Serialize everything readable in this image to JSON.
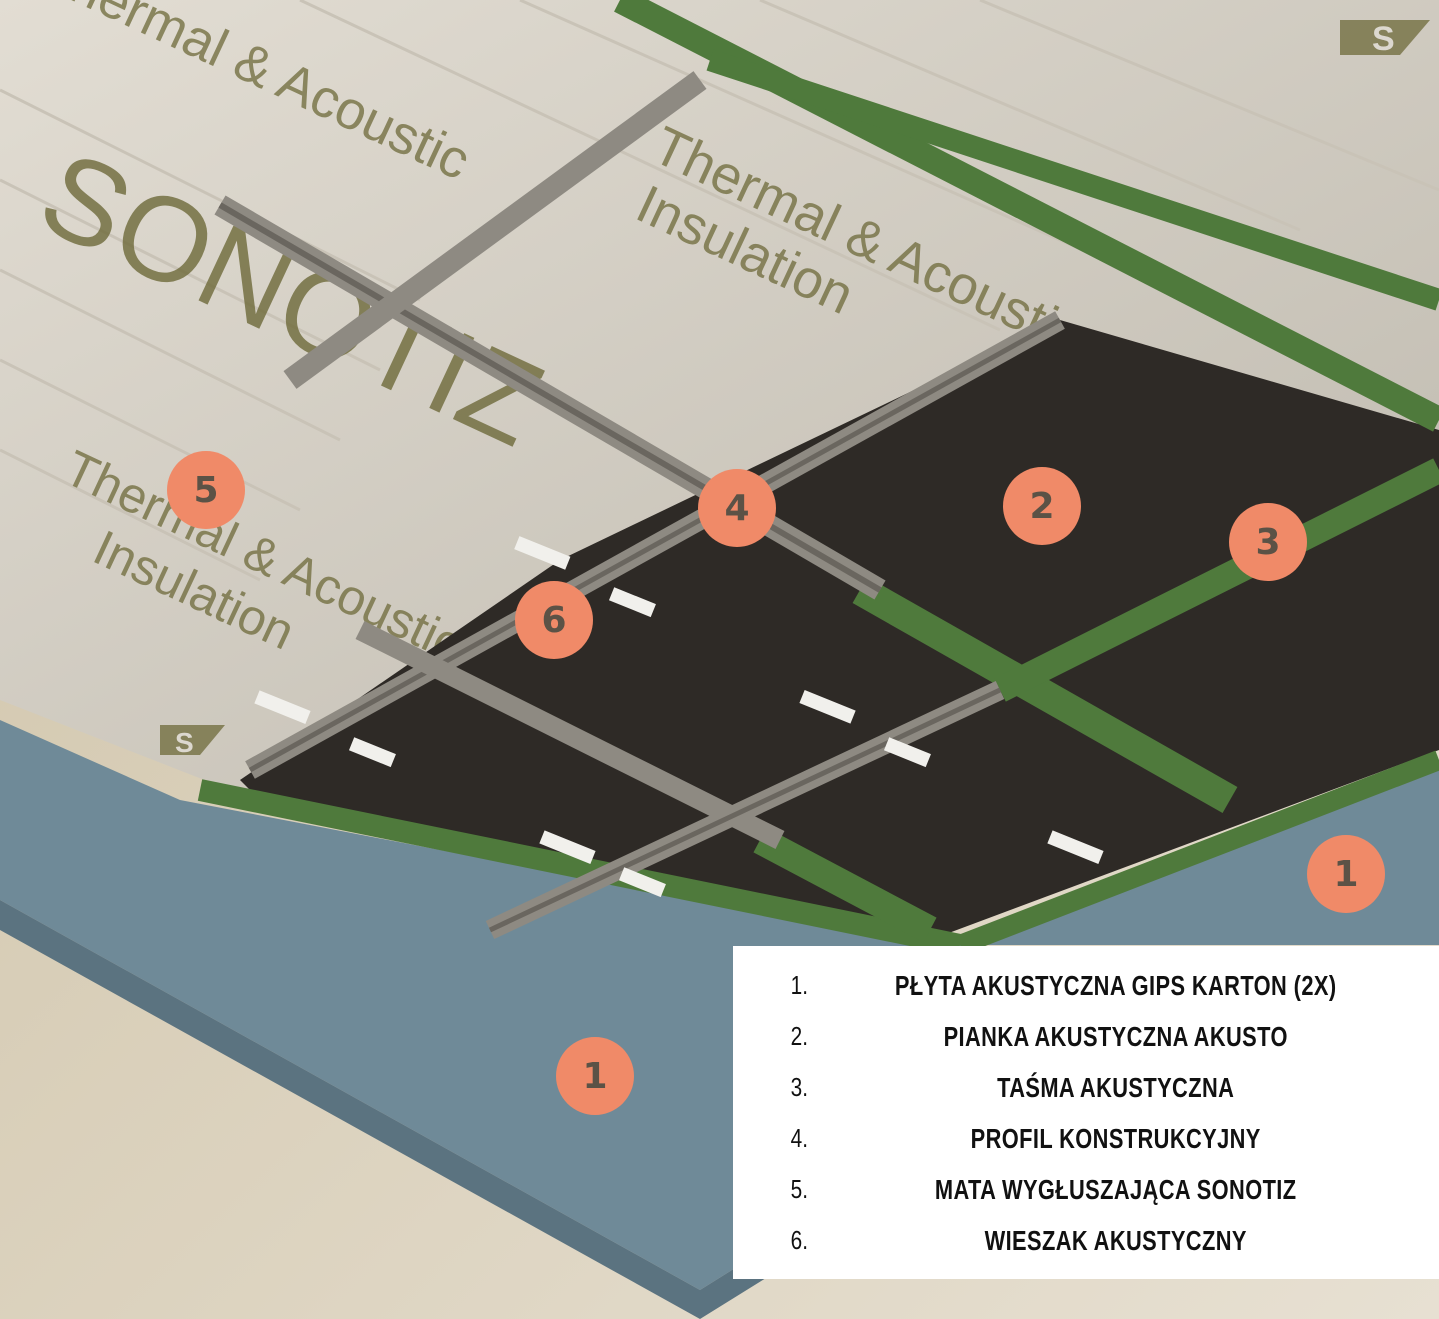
{
  "mat_text": {
    "brand": "SONOTIZ",
    "line_thermal": "Thermal & Acoustic",
    "line_insulation": "Insulation",
    "logo_letter": "S"
  },
  "markers": [
    {
      "number": "5"
    },
    {
      "number": "4"
    },
    {
      "number": "2"
    },
    {
      "number": "3"
    },
    {
      "number": "6"
    },
    {
      "number": "1"
    },
    {
      "number": "1"
    }
  ],
  "legend": {
    "items": [
      {
        "num": "1.",
        "label": "PŁYTA AKUSTYCZNA GIPS KARTON (2X)"
      },
      {
        "num": "2.",
        "label": "PIANKA AKUSTYCZNA AKUSTO"
      },
      {
        "num": "3.",
        "label": "TAŚMA AKUSTYCZNA"
      },
      {
        "num": "4.",
        "label": "PROFIL KONSTRUKCYJNY"
      },
      {
        "num": "5.",
        "label": "MATA WYGŁUSZAJĄCA SONOTIZ"
      },
      {
        "num": "6.",
        "label": "WIESZAK AKUSTYCZNY"
      }
    ]
  },
  "colors": {
    "marker": "#f08a68",
    "frame_green": "#4f7a3c",
    "foam": "#2e2a26",
    "mat": "#dcd8cf",
    "board": "#6f8a98",
    "wall": "#d7cdb8"
  }
}
